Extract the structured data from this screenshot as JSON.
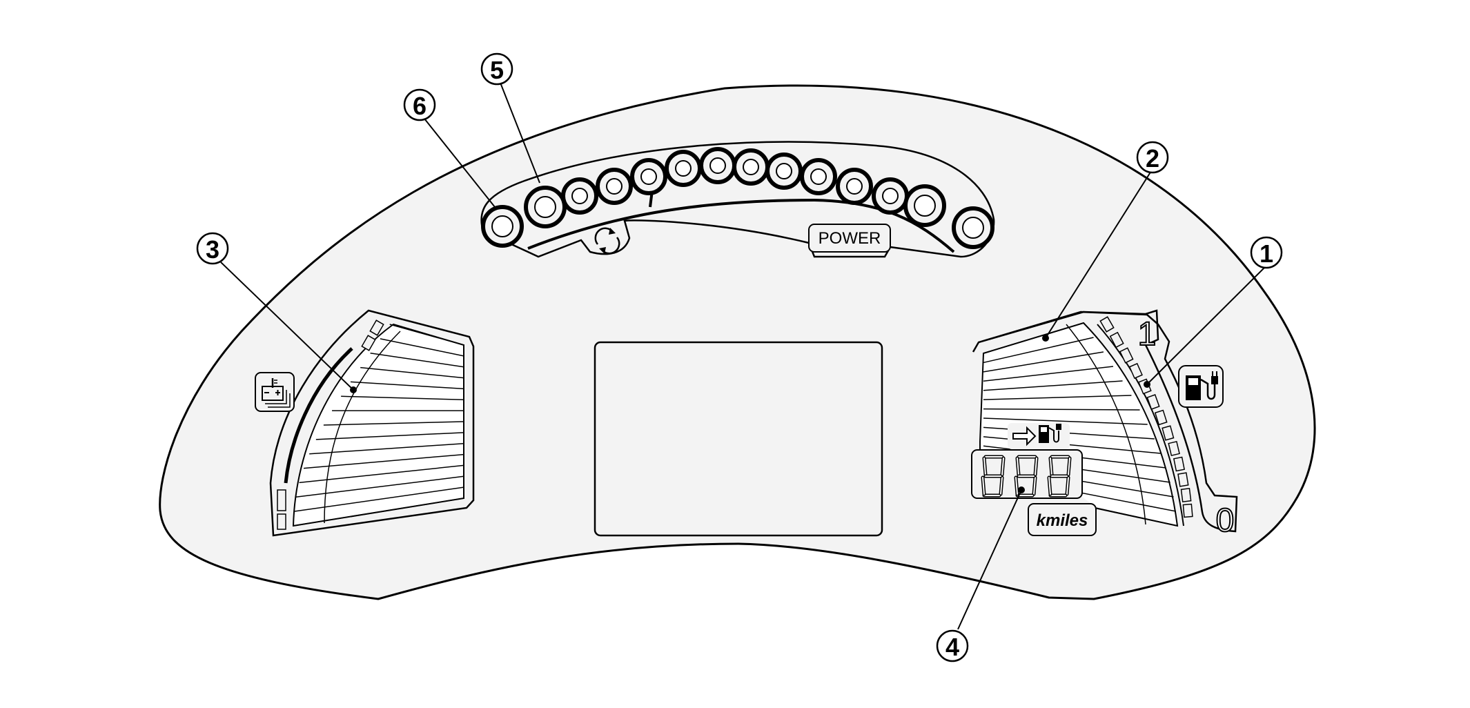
{
  "callouts": [
    {
      "id": "c1",
      "number": "①"
    },
    {
      "id": "c2",
      "number": "②"
    },
    {
      "id": "c3",
      "number": "③"
    },
    {
      "id": "c4",
      "number": "④"
    },
    {
      "id": "c5",
      "number": "⑤"
    },
    {
      "id": "c6",
      "number": "⑥"
    }
  ],
  "power_meter": {
    "label": "POWER",
    "lamp_count": 14,
    "icon": "regen-arrows-icon"
  },
  "range_gauge": {
    "scale_top": "1",
    "scale_bottom": "0",
    "odometer_digits": "888",
    "unit": "kmiles",
    "icons": [
      "fuel-pump-plug-icon",
      "arrow-charge-icon"
    ]
  },
  "battery_temp_gauge": {
    "icon": "battery-temperature-icon"
  },
  "colors": {
    "stroke": "#000000",
    "panel": "#f3f3f3",
    "display": "#f3f3f3",
    "background": "#ffffff"
  }
}
